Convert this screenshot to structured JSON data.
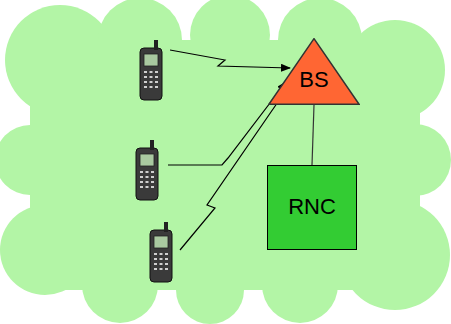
{
  "diagram": {
    "nodes": [
      {
        "text": [
          "BS"
        ]
      },
      {
        "text": [
          "RNC"
        ]
      }
    ],
    "edges": [
      {
        "from": 0,
        "to": 1,
        "arrow": "none"
      }
    ]
  }
}
